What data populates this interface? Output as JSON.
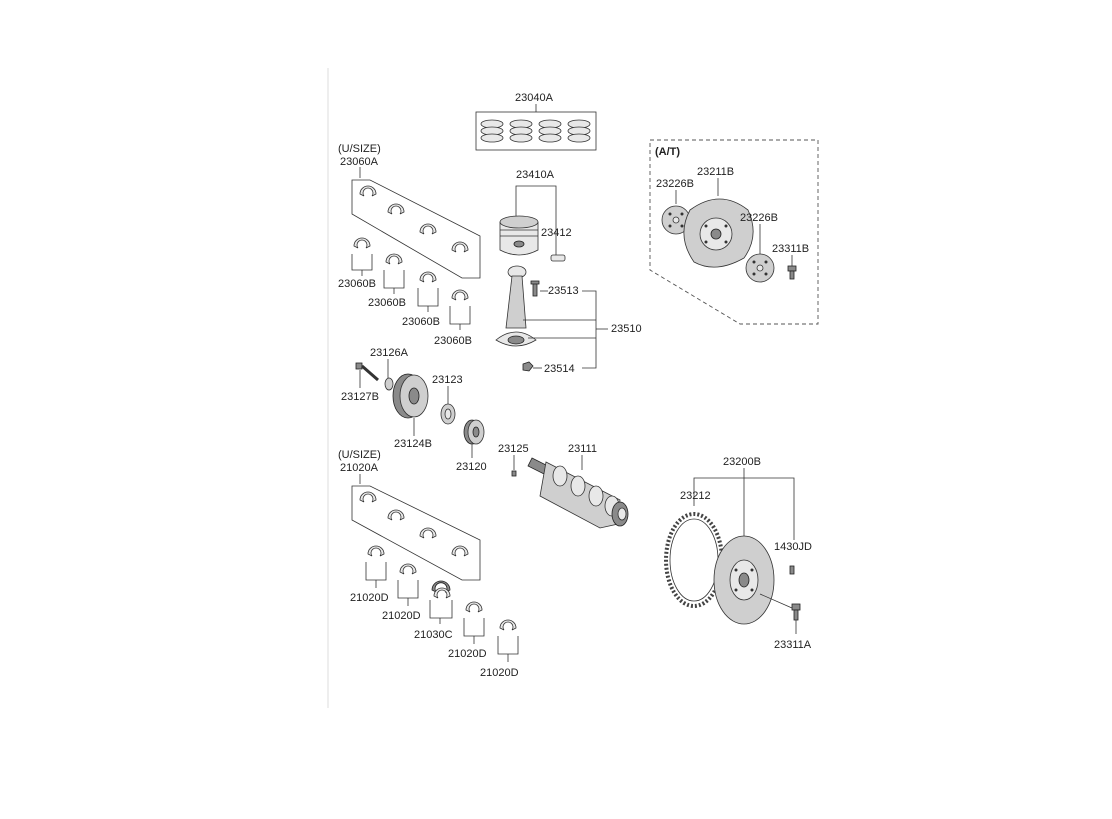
{
  "labels": {
    "l23040A": "23040A",
    "l23410A": "23410A",
    "l23412": "23412",
    "l23513": "23513",
    "l23510": "23510",
    "l23514": "23514",
    "usize1": "(U/SIZE)",
    "l23060A": "23060A",
    "l23060B_1": "23060B",
    "l23060B_2": "23060B",
    "l23060B_3": "23060B",
    "l23060B_4": "23060B",
    "at": "(A/T)",
    "l23226B_1": "23226B",
    "l23211B": "23211B",
    "l23226B_2": "23226B",
    "l23311B": "23311B",
    "l23126A": "23126A",
    "l23123": "23123",
    "l23127B": "23127B",
    "l23124B": "23124B",
    "l23120": "23120",
    "l23125": "23125",
    "l23111": "23111",
    "usize2": "(U/SIZE)",
    "l21020A": "21020A",
    "l21020D_1": "21020D",
    "l21020D_2": "21020D",
    "l21030C": "21030C",
    "l21020D_3": "21020D",
    "l21020D_4": "21020D",
    "l23200B": "23200B",
    "l23212": "23212",
    "l1430JD": "1430JD",
    "l23311A": "23311A"
  }
}
